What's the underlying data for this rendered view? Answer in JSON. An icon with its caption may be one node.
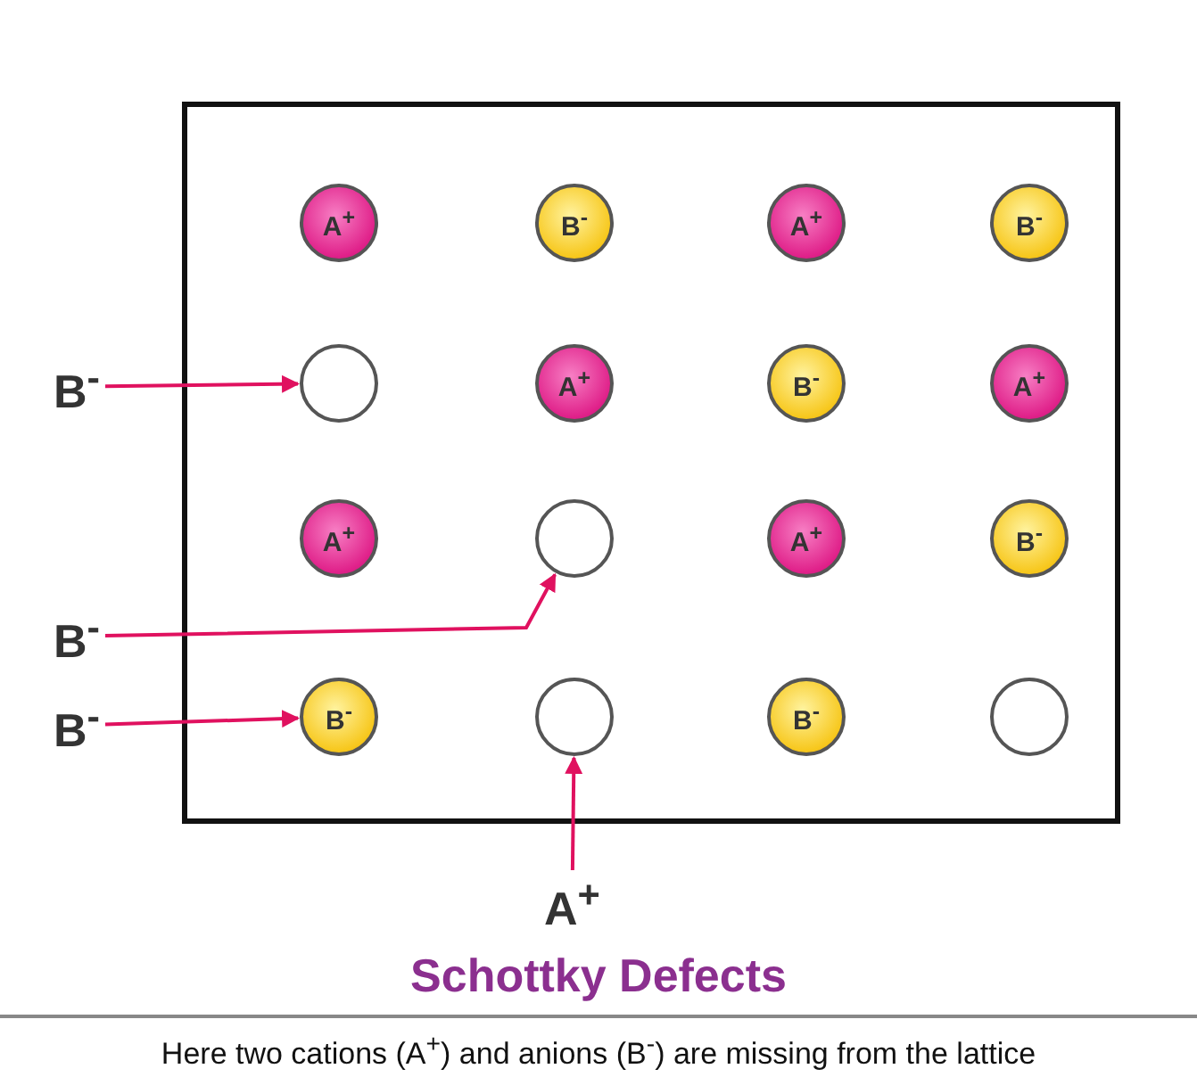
{
  "diagram": {
    "title": "Schottky Defects",
    "caption": "Here two cations (A$^{+}$) and anions (B$^{-}$) are missing from the lattice",
    "nodes": [
      {
        "text": [],
        "shape": "box"
      },
      {
        "text": [
          "A$^{+}$"
        ],
        "in": 0
      },
      {
        "text": [
          "B$^{-}$"
        ],
        "in": 0
      },
      {
        "text": [
          "A$^{+}$"
        ],
        "in": 0
      },
      {
        "text": [
          "B$^{-}$"
        ],
        "in": 0
      },
      {
        "text": [],
        "shape": "circle",
        "in": 0
      },
      {
        "text": [
          "A$^{+}$"
        ],
        "in": 0
      },
      {
        "text": [
          "B$^{-}$"
        ],
        "in": 0
      },
      {
        "text": [
          "A$^{+}$"
        ],
        "in": 0
      },
      {
        "text": [
          "A$^{+}$"
        ],
        "in": 0
      },
      {
        "text": [],
        "shape": "circle",
        "in": 0
      },
      {
        "text": [
          "A$^{+}$"
        ],
        "in": 0
      },
      {
        "text": [
          "B$^{-}$"
        ],
        "in": 0
      },
      {
        "text": [
          "B$^{-}$"
        ],
        "in": 0
      },
      {
        "text": [],
        "shape": "circle",
        "in": 0
      },
      {
        "text": [
          "B$^{-}$"
        ],
        "in": 0
      },
      {
        "text": [],
        "shape": "circle",
        "in": 0
      },
      {
        "text": [
          "B$^{-}$"
        ]
      },
      {
        "text": [
          "B$^{-}$"
        ]
      },
      {
        "text": [
          "B$^{-}$"
        ]
      },
      {
        "text": [
          "A$^{+}$"
        ]
      }
    ],
    "edges": [
      {
        "from": 17,
        "to": 5,
        "arrow": "to"
      },
      {
        "from": 18,
        "to": 10,
        "arrow": "to"
      },
      {
        "from": 19,
        "to": 13,
        "arrow": "to"
      },
      {
        "from": 20,
        "to": 14,
        "arrow": "to"
      }
    ]
  }
}
